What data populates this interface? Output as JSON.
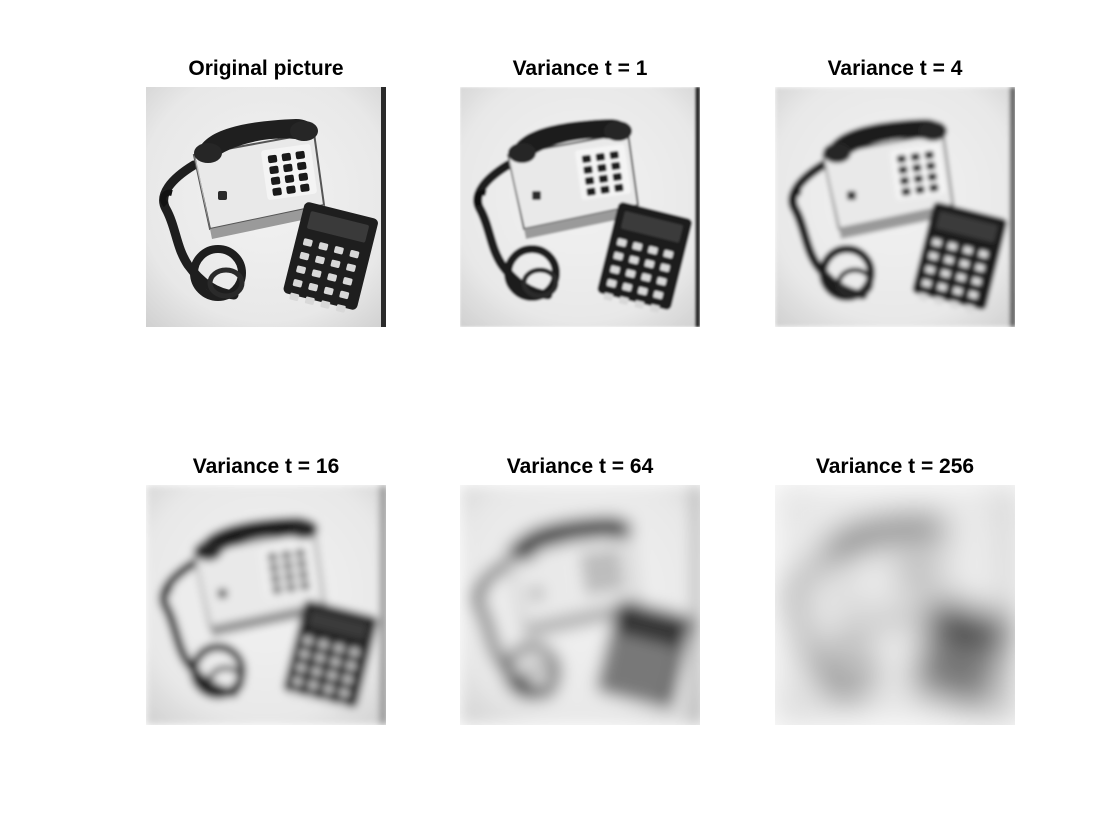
{
  "figure": {
    "panels": [
      {
        "title": "Original picture",
        "variance": 0
      },
      {
        "title": "Variance t = 1",
        "variance": 1
      },
      {
        "title": "Variance t = 4",
        "variance": 4
      },
      {
        "title": "Variance t = 16",
        "variance": 16
      },
      {
        "title": "Variance t = 64",
        "variance": 64
      },
      {
        "title": "Variance t = 256",
        "variance": 256
      }
    ]
  },
  "colors": {
    "background": "#ffffff",
    "title_text": "#000000"
  }
}
